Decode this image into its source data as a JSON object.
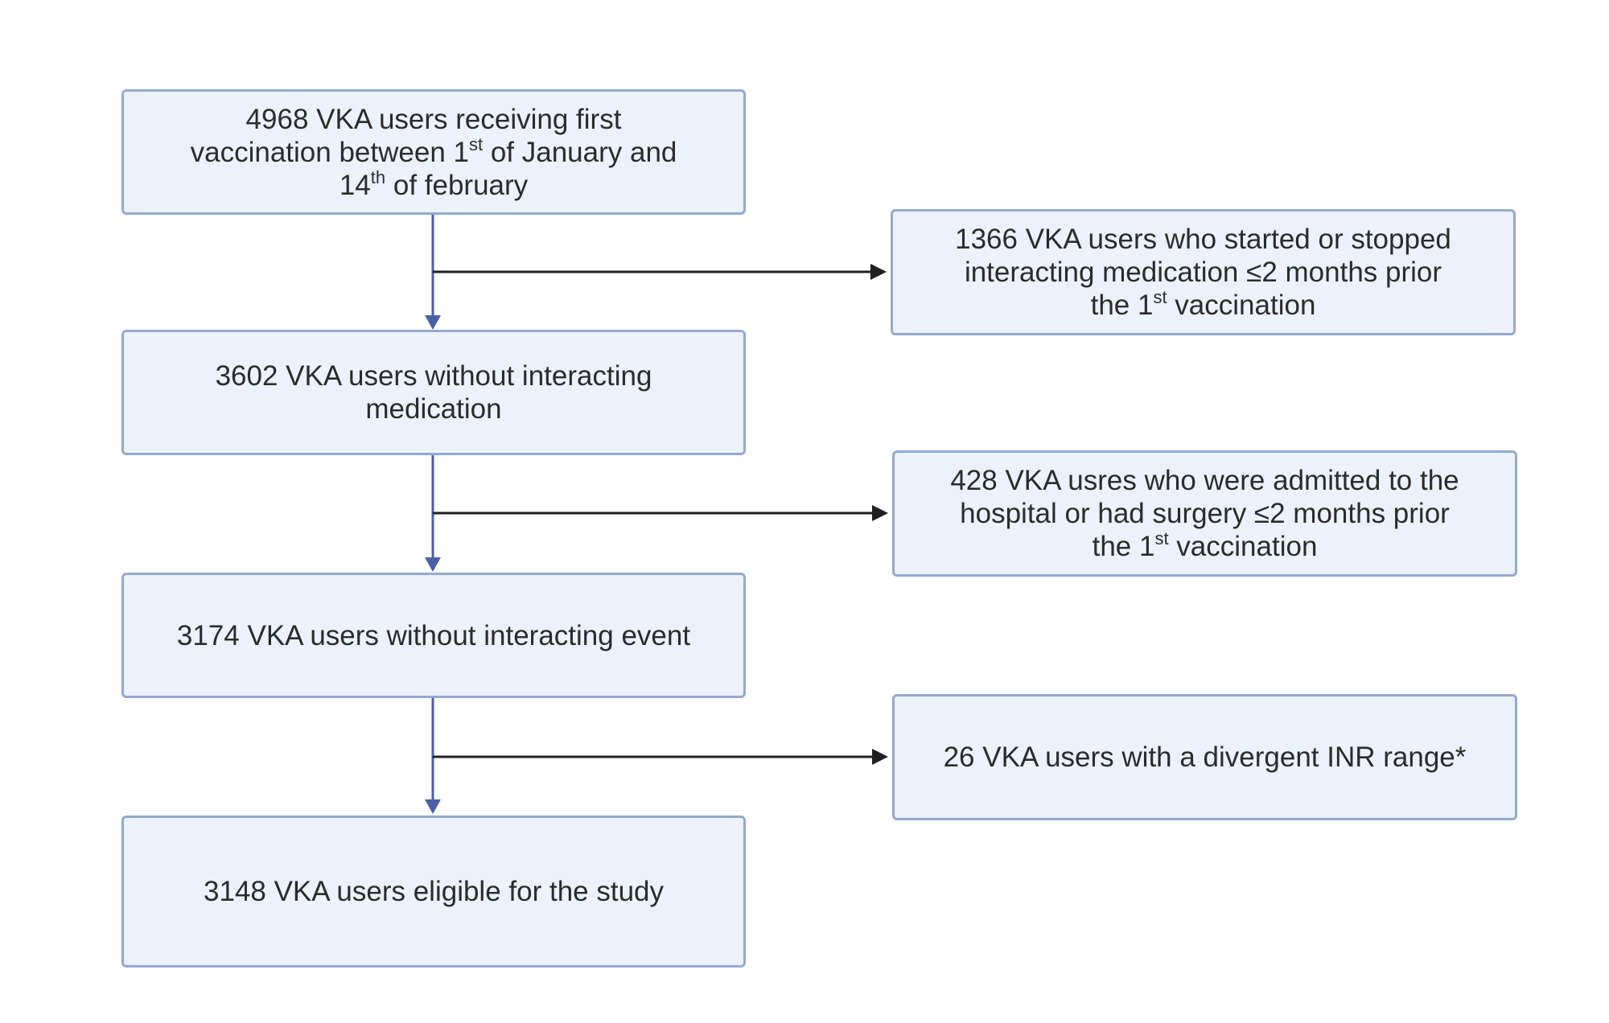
{
  "colors": {
    "box_fill": "#ecf2fb",
    "box_border": "#93a9d3",
    "main_arrow": "#4a5fa6",
    "side_arrow": "#1f1f1f",
    "text": "#2b2b2b"
  },
  "flow": {
    "step1": {
      "l1": "4968 VKA users receiving first",
      "l2a": "vaccination between 1",
      "l2sup": "st",
      "l2b": " of January and",
      "l3a": "14",
      "l3sup": "th",
      "l3b": " of february"
    },
    "step2": {
      "l1": "3602 VKA users without interacting",
      "l2": "medication"
    },
    "step3": {
      "l1": "3174 VKA users without interacting event"
    },
    "step4": {
      "l1": "3148 VKA users eligible for the study"
    }
  },
  "exclusions": {
    "ex1": {
      "l1": "1366 VKA users who started or stopped",
      "l2": "interacting medication ≤2 months prior",
      "l3a": "the 1",
      "l3sup": "st",
      "l3b": " vaccination"
    },
    "ex2": {
      "l1": "428 VKA usres who were admitted to the",
      "l2": "hospital or had surgery ≤2 months prior",
      "l3a": "the 1",
      "l3sup": "st",
      "l3b": " vaccination"
    },
    "ex3": {
      "l1": "26 VKA users with a divergent INR range*"
    }
  }
}
